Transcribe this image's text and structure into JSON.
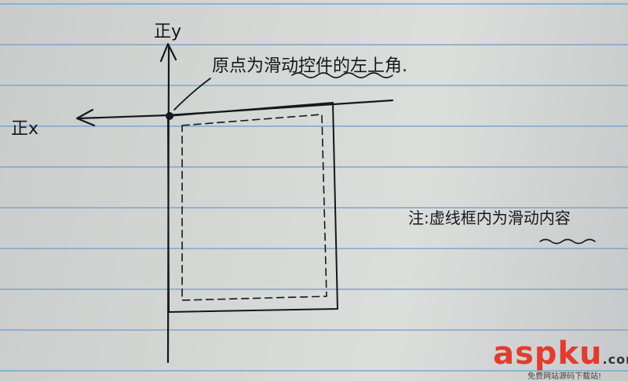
{
  "labels": {
    "y_axis": "正y",
    "x_axis": "正x",
    "origin_note": "原点为滑动控件的左上角.",
    "content_note": "注:虚线框内为滑动内容"
  },
  "watermark": {
    "brand": "aspku",
    "domain": ".com",
    "tagline": "免费网站源码下载站!"
  },
  "colors": {
    "ink": "#15181c",
    "ruled_line": "#7aa6cf",
    "brand": "#e33b2f"
  }
}
